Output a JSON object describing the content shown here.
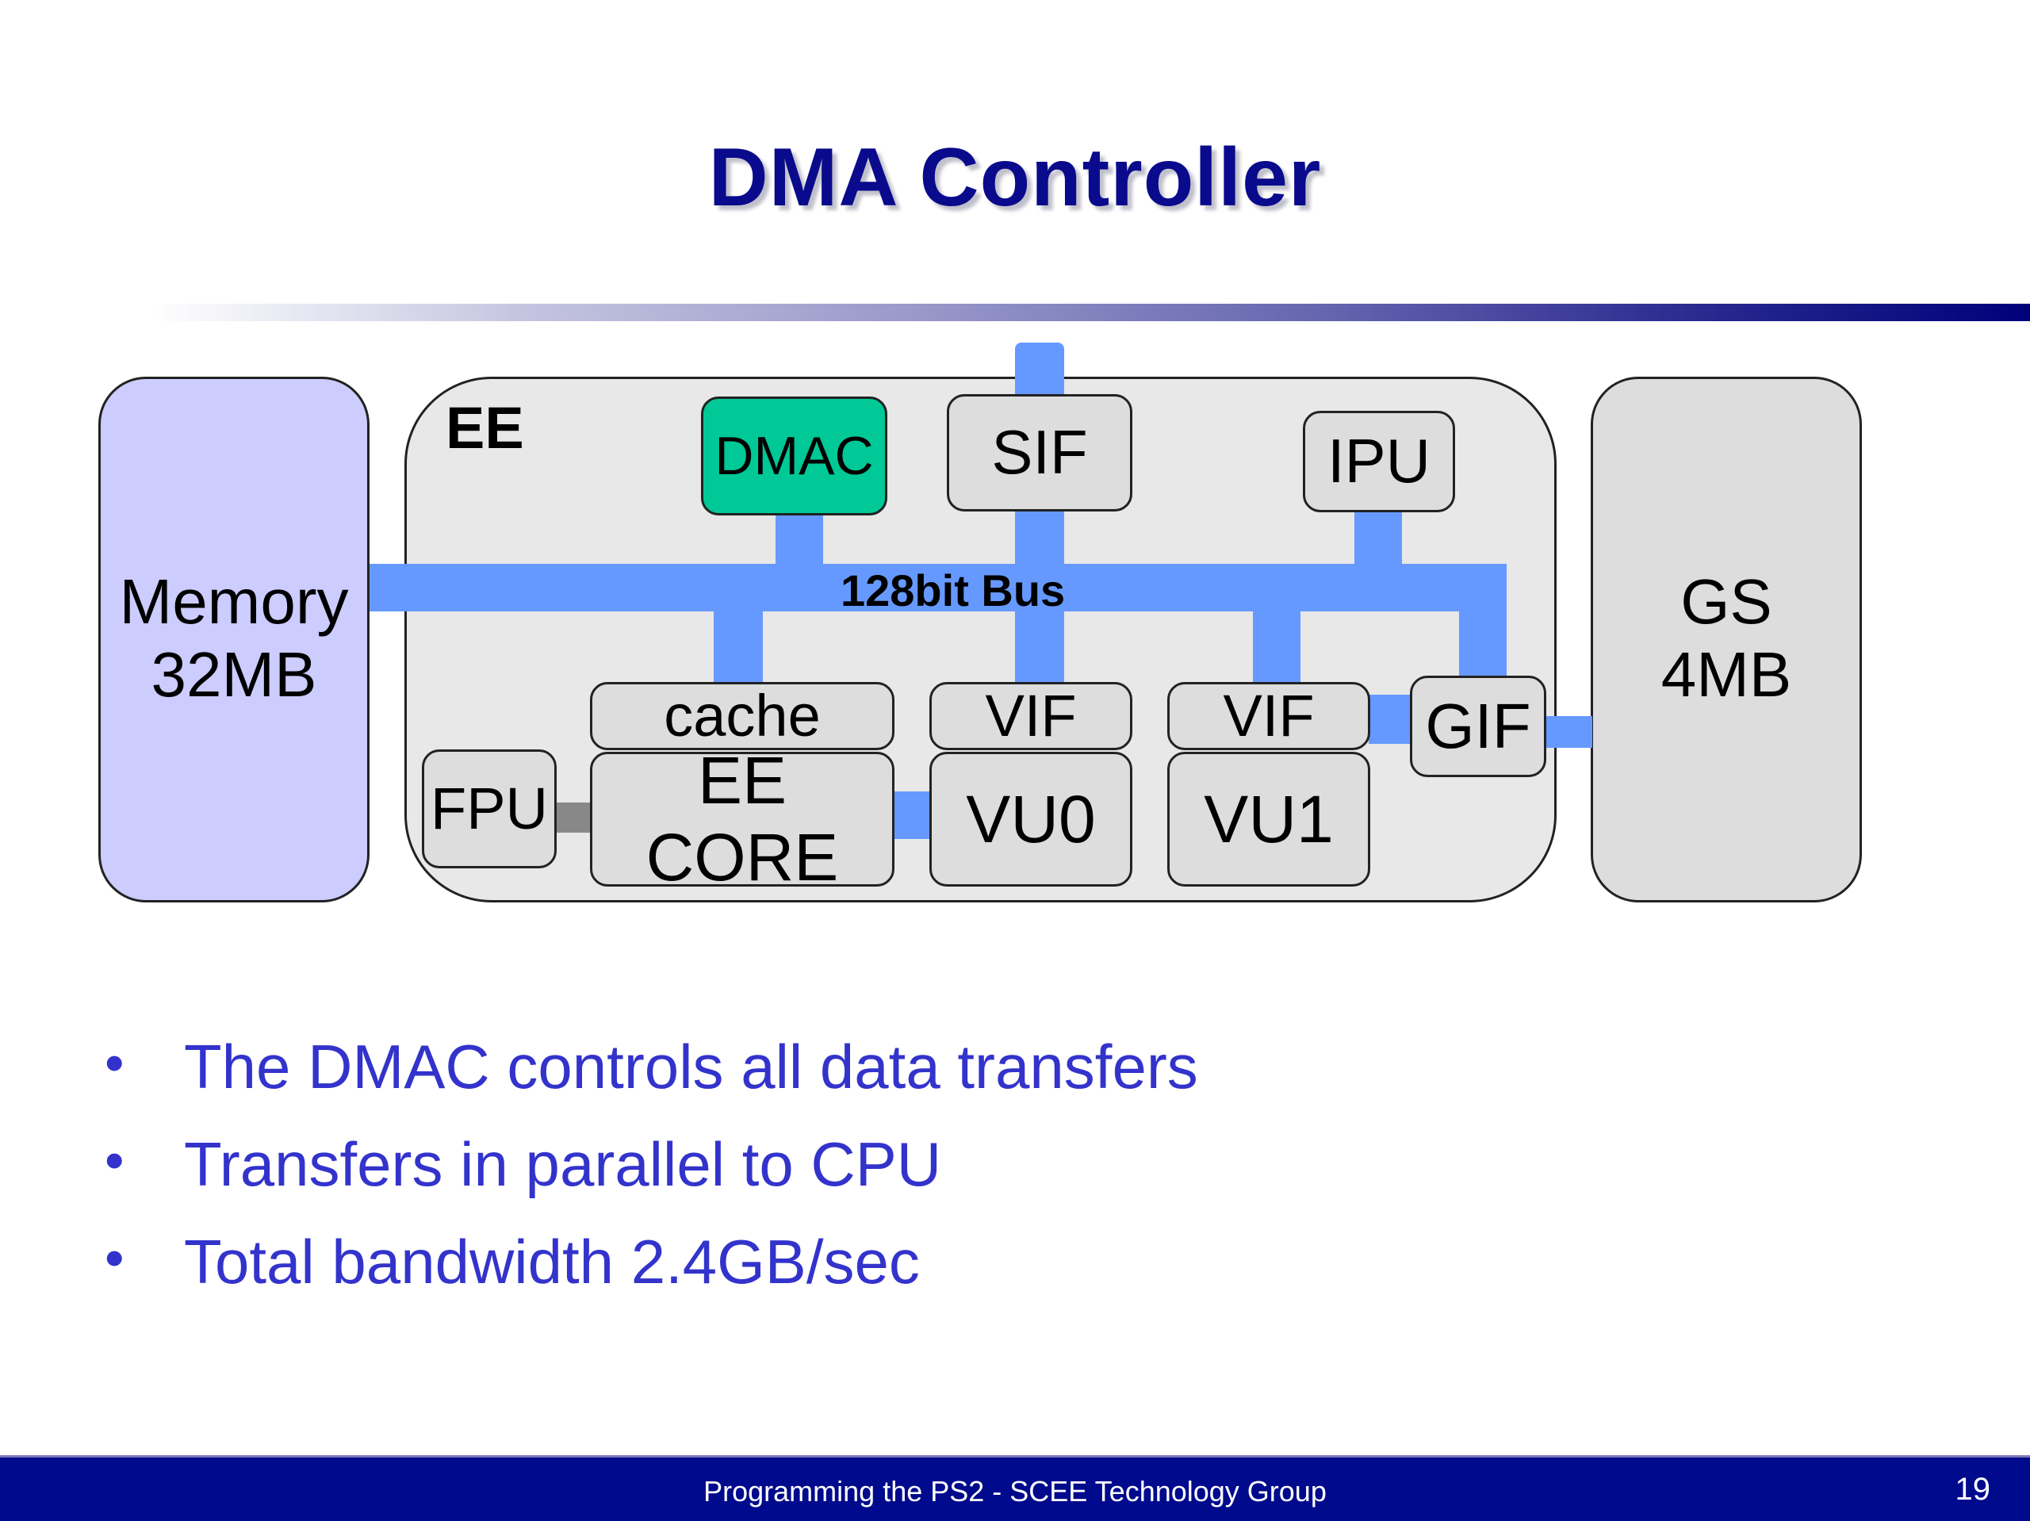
{
  "slide": {
    "title": "DMA Controller",
    "diagram": {
      "memory": {
        "line1": "Memory",
        "line2": "32MB"
      },
      "ee": {
        "label": "EE"
      },
      "gs": {
        "line1": "GS",
        "line2": "4MB"
      },
      "bus_label": "128bit Bus",
      "units": {
        "dmac": "DMAC",
        "sif": "SIF",
        "ipu": "IPU",
        "cache": "cache",
        "ee_core": "EE CORE",
        "fpu": "FPU",
        "vif0": "VIF",
        "vu0": "VU0",
        "vif1": "VIF",
        "vu1": "VU1",
        "gif": "GIF"
      },
      "colors": {
        "bus": "#6699FF",
        "dmac": "#00C896",
        "memory": "#CCCCFF",
        "unit": "#DDDDDD",
        "ee_block": "#E8E8E8",
        "fpu_link": "#888888"
      }
    },
    "bullets": [
      "The DMAC controls all data transfers",
      "Transfers in parallel to CPU",
      "Total bandwidth 2.4GB/sec"
    ],
    "bullet_glyph": "•",
    "footer": {
      "text": "Programming the PS2  - SCEE Technology Group",
      "page_number": "19"
    },
    "colors": {
      "title": "#0A0A8C",
      "bullet_text": "#3333CC",
      "footer_bg": "#000A8C"
    }
  }
}
